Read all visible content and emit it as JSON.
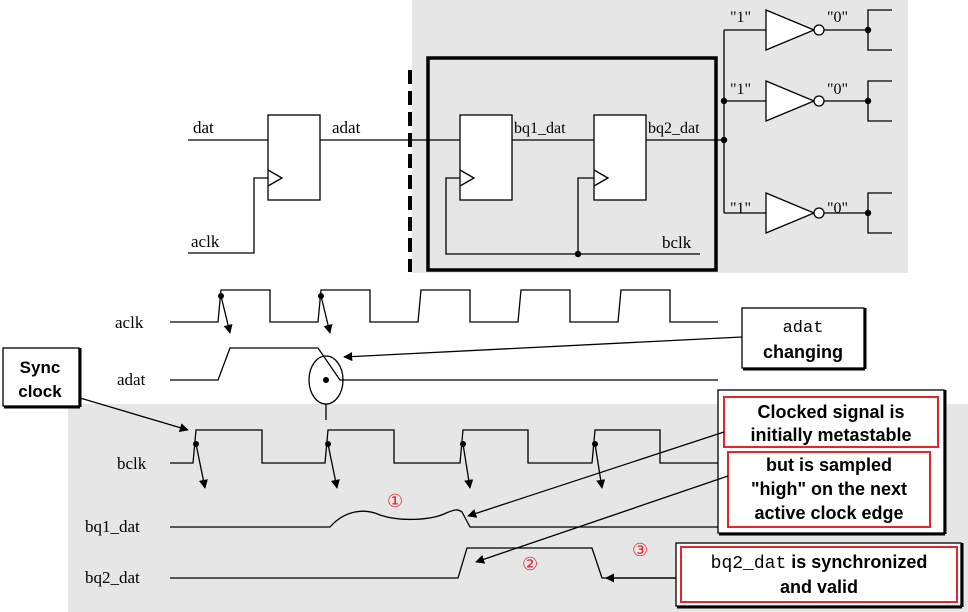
{
  "schematic": {
    "labels": {
      "dat": "dat",
      "aclk": "aclk",
      "adat": "adat",
      "bq1_dat": "bq1_dat",
      "bq2_dat": "bq2_dat",
      "bclk": "bclk"
    },
    "inverters": [
      {
        "in_label": "\"1\"",
        "out_label": "\"0\""
      },
      {
        "in_label": "\"1\"",
        "out_label": "\"0\""
      },
      {
        "in_label": "\"1\"",
        "out_label": "\"0\""
      }
    ]
  },
  "timing": {
    "signal_labels": {
      "aclk": "aclk",
      "adat": "adat",
      "bclk": "bclk",
      "bq1_dat": "bq1_dat",
      "bq2_dat": "bq2_dat"
    },
    "markers": {
      "m1": "①",
      "m2": "②",
      "m3": "③"
    }
  },
  "callouts": {
    "sync_clock": {
      "line1": "Sync",
      "line2": "clock"
    },
    "adat_changing": {
      "line1": "adat",
      "line2": "changing"
    },
    "metastable": {
      "line1": "Clocked signal is",
      "line2": "initially metastable"
    },
    "sampled_high": {
      "line1": "but is sampled",
      "line2": "\"high\" on the next",
      "line3": "active clock edge"
    },
    "synchronized": {
      "line1_code": "bq2_dat",
      "line1_text": " is synchronized",
      "line2": "and valid"
    }
  },
  "colors": {
    "shade": "#e6e6e6",
    "ink": "#000000",
    "red_box": "#e0282c",
    "red_marker": "#e0282c"
  }
}
